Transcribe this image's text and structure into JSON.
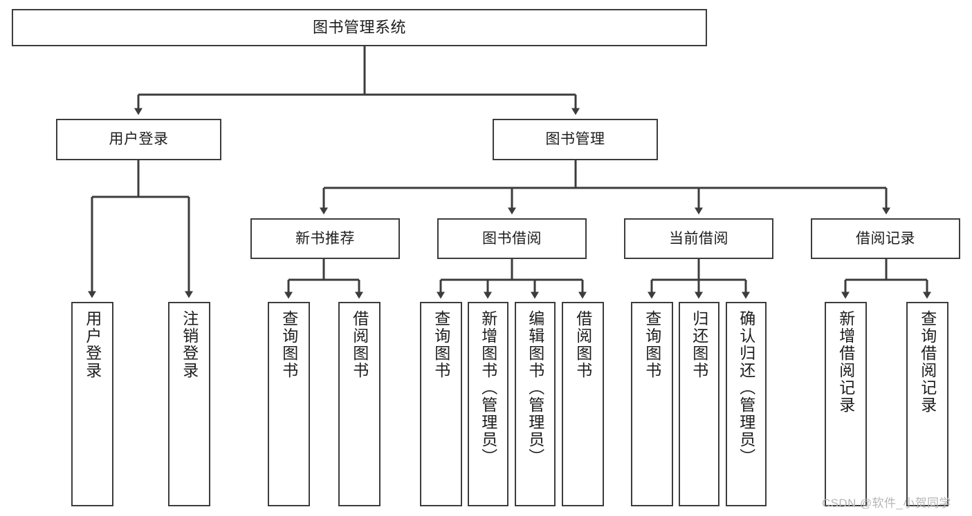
{
  "diagram": {
    "type": "tree",
    "title": "图书管理系统",
    "stroke_color": "#3c3c3c",
    "fill_color": "#ffffff",
    "text_color": "#1d1d1d",
    "watermark": "CSDN @软件_小贺同学"
  },
  "nodes": {
    "root": {
      "label": "图书管理系统"
    },
    "level1": [
      {
        "id": "user-login",
        "label": "用户登录"
      },
      {
        "id": "book-manage",
        "label": "图书管理"
      }
    ],
    "level2": [
      {
        "id": "new-book-recommend",
        "label": "新书推荐"
      },
      {
        "id": "book-borrow",
        "label": "图书借阅"
      },
      {
        "id": "current-borrow",
        "label": "当前借阅"
      },
      {
        "id": "borrow-record",
        "label": "借阅记录"
      }
    ],
    "leaves": [
      {
        "id": "leaf-user-login",
        "label": "用户登录",
        "parent": "user-login"
      },
      {
        "id": "leaf-logout-login",
        "label": "注销登录",
        "parent": "user-login"
      },
      {
        "id": "leaf-query-book-1",
        "label": "查询图书",
        "parent": "new-book-recommend"
      },
      {
        "id": "leaf-borrow-book-1",
        "label": "借阅图书",
        "parent": "new-book-recommend"
      },
      {
        "id": "leaf-query-book-2",
        "label": "查询图书",
        "parent": "book-borrow"
      },
      {
        "id": "leaf-add-book",
        "label": "新增图书（管理员）",
        "parent": "book-borrow"
      },
      {
        "id": "leaf-edit-book",
        "label": "编辑图书（管理员）",
        "parent": "book-borrow"
      },
      {
        "id": "leaf-borrow-book-2",
        "label": "借阅图书",
        "parent": "book-borrow"
      },
      {
        "id": "leaf-query-book-3",
        "label": "查询图书",
        "parent": "current-borrow"
      },
      {
        "id": "leaf-return-book",
        "label": "归还图书",
        "parent": "current-borrow"
      },
      {
        "id": "leaf-confirm-return",
        "label": "确认归还（管理员）",
        "parent": "current-borrow"
      },
      {
        "id": "leaf-add-record",
        "label": "新增借阅记录",
        "parent": "borrow-record"
      },
      {
        "id": "leaf-query-record",
        "label": "查询借阅记录",
        "parent": "borrow-record"
      }
    ]
  }
}
